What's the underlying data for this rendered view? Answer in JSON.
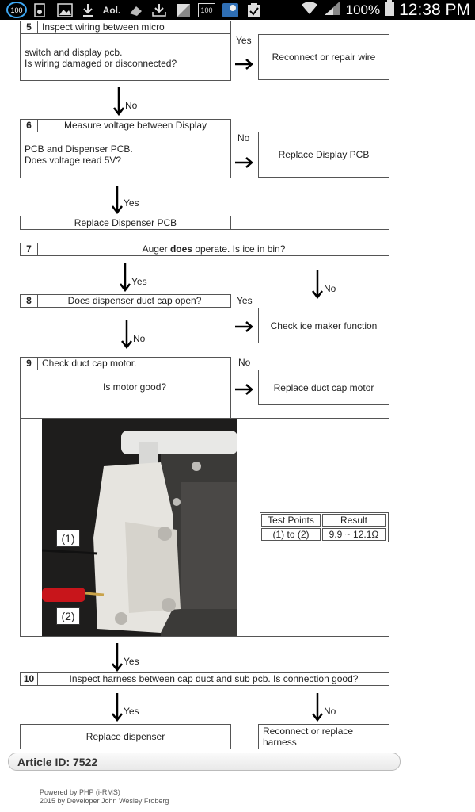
{
  "status_bar": {
    "notification_count": "100",
    "battery_small": "100",
    "aol": "Aol.",
    "battery_percent": "100%",
    "time": "12:38 PM"
  },
  "steps": {
    "s5": {
      "num": "5",
      "title": "Inspect wiring between micro",
      "body": "switch and display pcb.\nIs wiring damaged or disconnected?",
      "yes_label": "Yes",
      "no_label": "No",
      "action": "Reconnect or repair wire"
    },
    "s6": {
      "num": "6",
      "title": "Measure voltage between Display",
      "body": "PCB and Dispenser PCB.\nDoes voltage read 5V?",
      "no_label": "No",
      "yes_label": "Yes",
      "action": "Replace Display PCB",
      "result": "Replace Dispenser PCB"
    },
    "s7": {
      "num": "7",
      "title_pre": "Auger ",
      "title_bold": "does",
      "title_post": " operate. Is ice in bin?",
      "yes_label": "Yes",
      "no_label": "No"
    },
    "s8": {
      "num": "8",
      "title": "Does dispenser duct cap open?",
      "yes_label": "Yes",
      "no_label": "No",
      "action": "Check ice maker function"
    },
    "s9": {
      "num": "9",
      "title": "Check duct cap motor.",
      "body": "Is motor good?",
      "no_label": "No",
      "yes_label": "Yes",
      "action": "Replace duct cap motor",
      "photo_label_1": "(1)",
      "photo_label_2": "(2)",
      "table": {
        "headers": [
          "Test Points",
          "Result"
        ],
        "rows": [
          [
            "(1) to (2)",
            "9.9 ~ 12.1Ω"
          ]
        ]
      }
    },
    "s10": {
      "num": "10",
      "title": "Inspect harness between cap duct and sub pcb. Is connection good?",
      "yes_label": "Yes",
      "no_label": "No",
      "yes_action": "Replace dispenser",
      "no_action": "Reconnect or replace\nharness"
    }
  },
  "article": {
    "label": "Article ID: 7522"
  },
  "footer": {
    "line1": "Powered by PHP (i-RMS)",
    "line2": "2015 by Developer John Wesley Froberg"
  }
}
